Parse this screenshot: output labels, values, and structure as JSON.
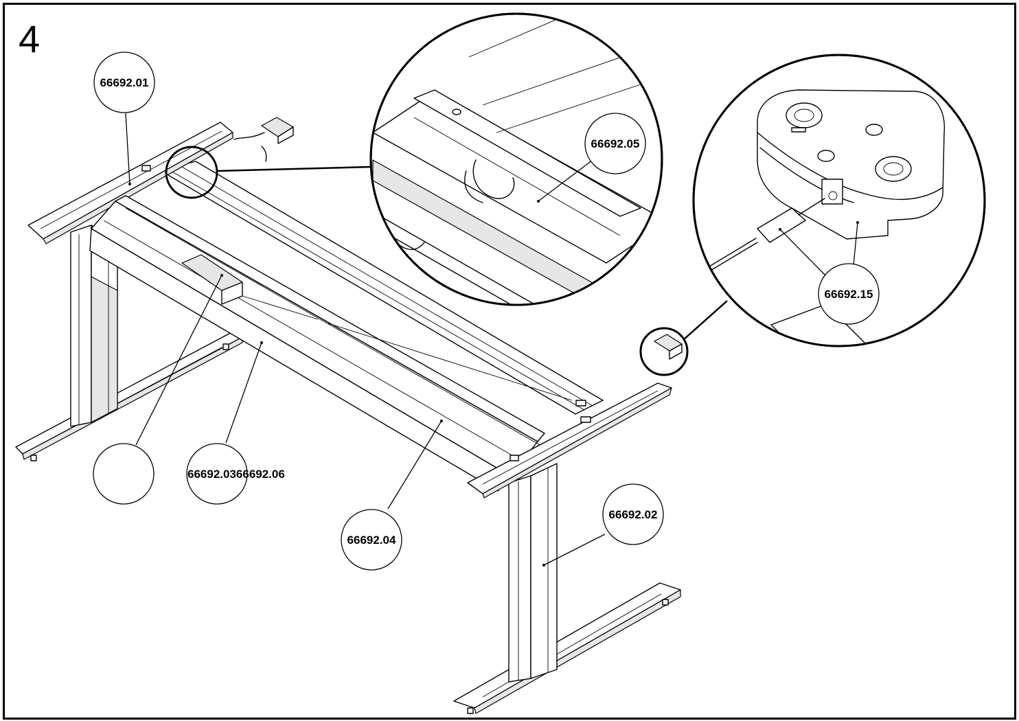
{
  "step": {
    "number": "4"
  },
  "callouts": {
    "frame_rail_left": "66692.01",
    "leg_right": "66692.02",
    "control_box_and_bracket": "66692.0366692.06",
    "crossbar": "66692.04",
    "cable_detail": "66692.05",
    "handset_connector": "66692.15",
    "unlabeled": ""
  }
}
